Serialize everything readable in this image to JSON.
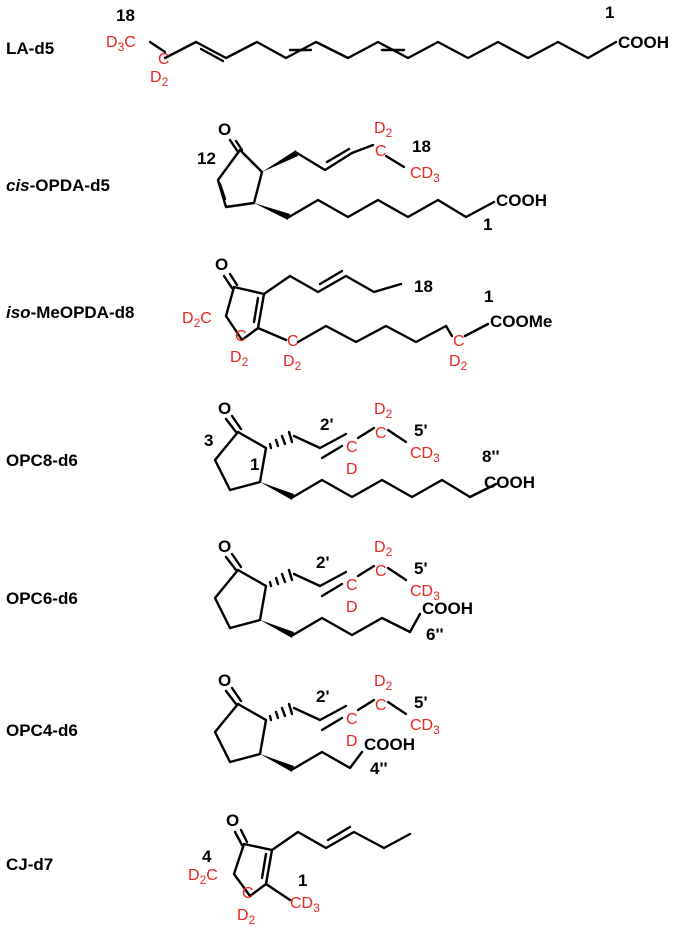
{
  "colors": {
    "text": "#000000",
    "isotope_label": "#e8251f",
    "background": "#ffffff"
  },
  "compounds": [
    {
      "name_prefix": "",
      "name_main": "LA-d5",
      "numbers": {
        "n1": "18",
        "n2": "1"
      },
      "groups": {
        "cooh": "COOH"
      },
      "isotope": {
        "d3c": {
          "d": "D",
          "s": "3",
          "c": "C"
        },
        "cd2": {
          "c": "C",
          "d": "D",
          "s": "2"
        }
      }
    },
    {
      "name_prefix": "cis",
      "name_main": "-OPDA-d5",
      "numbers": {
        "n12": "12",
        "n18": "18",
        "n1": "1"
      },
      "groups": {
        "o": "O",
        "cooh": "COOH"
      },
      "isotope": {
        "d2": {
          "d": "D",
          "s": "2"
        },
        "c": "C",
        "cd3": {
          "c": "CD",
          "s": "3"
        }
      }
    },
    {
      "name_prefix": "iso",
      "name_main": "-MeOPDA-d8",
      "numbers": {
        "n18": "18",
        "n1": "1"
      },
      "groups": {
        "o": "O",
        "coome": "COOMe"
      },
      "isotope": {
        "d2c": {
          "d": "D",
          "s": "2",
          "c": "C"
        },
        "ring_c": "C",
        "ring_d2": {
          "d": "D",
          "s": "2"
        },
        "chain_c": "C",
        "chain_d2": {
          "d": "D",
          "s": "2"
        },
        "tail_c": "C",
        "tail_d2": {
          "d": "D",
          "s": "2"
        }
      }
    },
    {
      "name_prefix": "",
      "name_main": "OPC8-d6",
      "numbers": {
        "n3": "3",
        "n1": "1",
        "n2p": "2'",
        "n5p": "5'",
        "n8pp": "8''"
      },
      "groups": {
        "o": "O",
        "cooh": "COOH"
      },
      "isotope": {
        "c_vinyl": "C",
        "d_vinyl": "D",
        "d2": {
          "d": "D",
          "s": "2"
        },
        "c": "C",
        "cd3": {
          "c": "CD",
          "s": "3"
        }
      }
    },
    {
      "name_prefix": "",
      "name_main": "OPC6-d6",
      "numbers": {
        "n2p": "2'",
        "n5p": "5'",
        "n6pp": "6''"
      },
      "groups": {
        "o": "O",
        "cooh": "COOH"
      },
      "isotope": {
        "c_vinyl": "C",
        "d_vinyl": "D",
        "d2": {
          "d": "D",
          "s": "2"
        },
        "c": "C",
        "cd3": {
          "c": "CD",
          "s": "3"
        }
      }
    },
    {
      "name_prefix": "",
      "name_main": "OPC4-d6",
      "numbers": {
        "n2p": "2'",
        "n5p": "5'",
        "n4pp": "4''"
      },
      "groups": {
        "o": "O",
        "cooh": "COOH"
      },
      "isotope": {
        "c_vinyl": "C",
        "d_vinyl": "D",
        "d2": {
          "d": "D",
          "s": "2"
        },
        "c": "C",
        "cd3": {
          "c": "CD",
          "s": "3"
        }
      }
    },
    {
      "name_prefix": "",
      "name_main": "CJ-d7",
      "numbers": {
        "n4": "4",
        "n1": "1"
      },
      "groups": {
        "o": "O"
      },
      "isotope": {
        "d2c": {
          "d": "D",
          "s": "2",
          "c": "C"
        },
        "ring_c": "C",
        "ring_d2": {
          "d": "D",
          "s": "2"
        },
        "cd3": {
          "c": "CD",
          "s": "3"
        }
      }
    }
  ]
}
